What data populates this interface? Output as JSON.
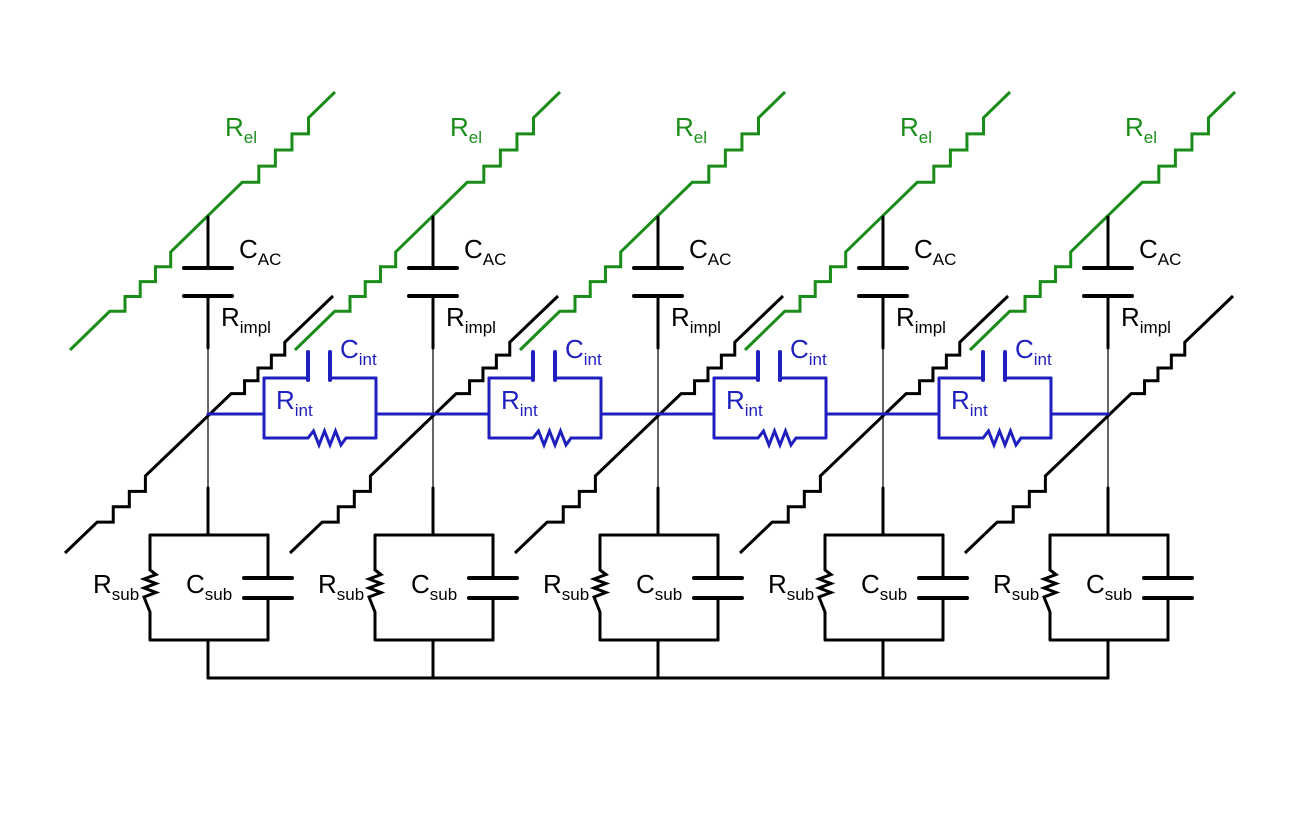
{
  "colors": {
    "electrode": "#1a8c1a",
    "interpixel": "#1f1fbf",
    "wire": "#000000",
    "background": "#ffffff"
  },
  "symbols": {
    "R": "R",
    "C": "C"
  },
  "subscripts": {
    "el": "el",
    "AC": "AC",
    "impl": "impl",
    "int": "int",
    "sub": "sub"
  },
  "cells": 5
}
